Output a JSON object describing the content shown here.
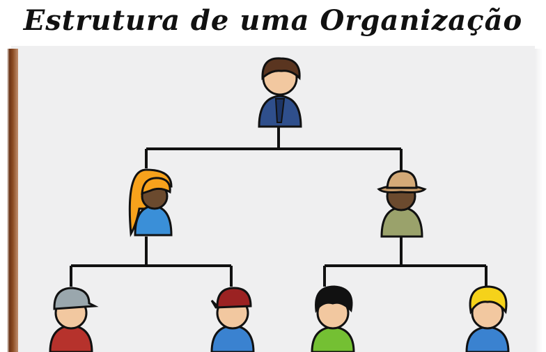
{
  "diagram": {
    "title": "Estrutura de uma Organização",
    "colors": {
      "line": "#111111",
      "skin": "#f2c8a0",
      "skin_dark": "#6b4a2e",
      "panel": "#efeff0"
    },
    "nodes": [
      {
        "id": "ceo",
        "role": "top-level",
        "hair": "#5a3520",
        "shirt": "#2f4f8c",
        "accessory": "tie"
      },
      {
        "id": "manager-left",
        "role": "mid-level",
        "hair": "#f7a21c",
        "shirt": "#3a8fd8",
        "skin": "dark",
        "accessory": "long-hair"
      },
      {
        "id": "manager-right",
        "role": "mid-level",
        "hair": "#c79a68",
        "shirt": "#9aa26b",
        "skin": "dark",
        "accessory": "hat"
      },
      {
        "id": "worker-1",
        "role": "staff",
        "hair": "#9aa7ad",
        "shirt": "#b6322c",
        "accessory": "cap"
      },
      {
        "id": "worker-2",
        "role": "staff",
        "hair": "#9b2222",
        "shirt": "#3a82d0",
        "accessory": "cap"
      },
      {
        "id": "worker-3",
        "role": "staff",
        "hair": "#111111",
        "shirt": "#74c033",
        "accessory": "none"
      },
      {
        "id": "worker-4",
        "role": "staff",
        "hair": "#f5d21a",
        "shirt": "#3a82d0",
        "accessory": "none"
      }
    ],
    "edges": [
      [
        "ceo",
        "manager-left"
      ],
      [
        "ceo",
        "manager-right"
      ],
      [
        "manager-left",
        "worker-1"
      ],
      [
        "manager-left",
        "worker-2"
      ],
      [
        "manager-right",
        "worker-3"
      ],
      [
        "manager-right",
        "worker-4"
      ]
    ]
  }
}
